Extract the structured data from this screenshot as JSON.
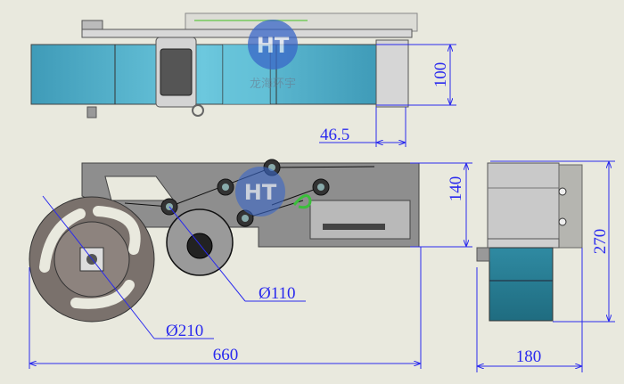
{
  "colors": {
    "background": "#e9e9de",
    "dimension": "#2a2aee",
    "tape": "#4aa6c2",
    "metal": "#9a9a9a",
    "reel": "#7a716c",
    "watermark": "#3a67c8"
  },
  "watermark": {
    "logo": "HT",
    "text": "龙海环宇"
  },
  "top_view": {
    "dim_height": "100",
    "dim_offset": "46.5"
  },
  "side_view": {
    "dim_length": "660",
    "dim_reel_diameter": "Ø210",
    "dim_small_reel_diameter": "Ø110"
  },
  "end_view": {
    "dim_box_height": "140",
    "dim_total_height": "270",
    "dim_width": "180"
  }
}
